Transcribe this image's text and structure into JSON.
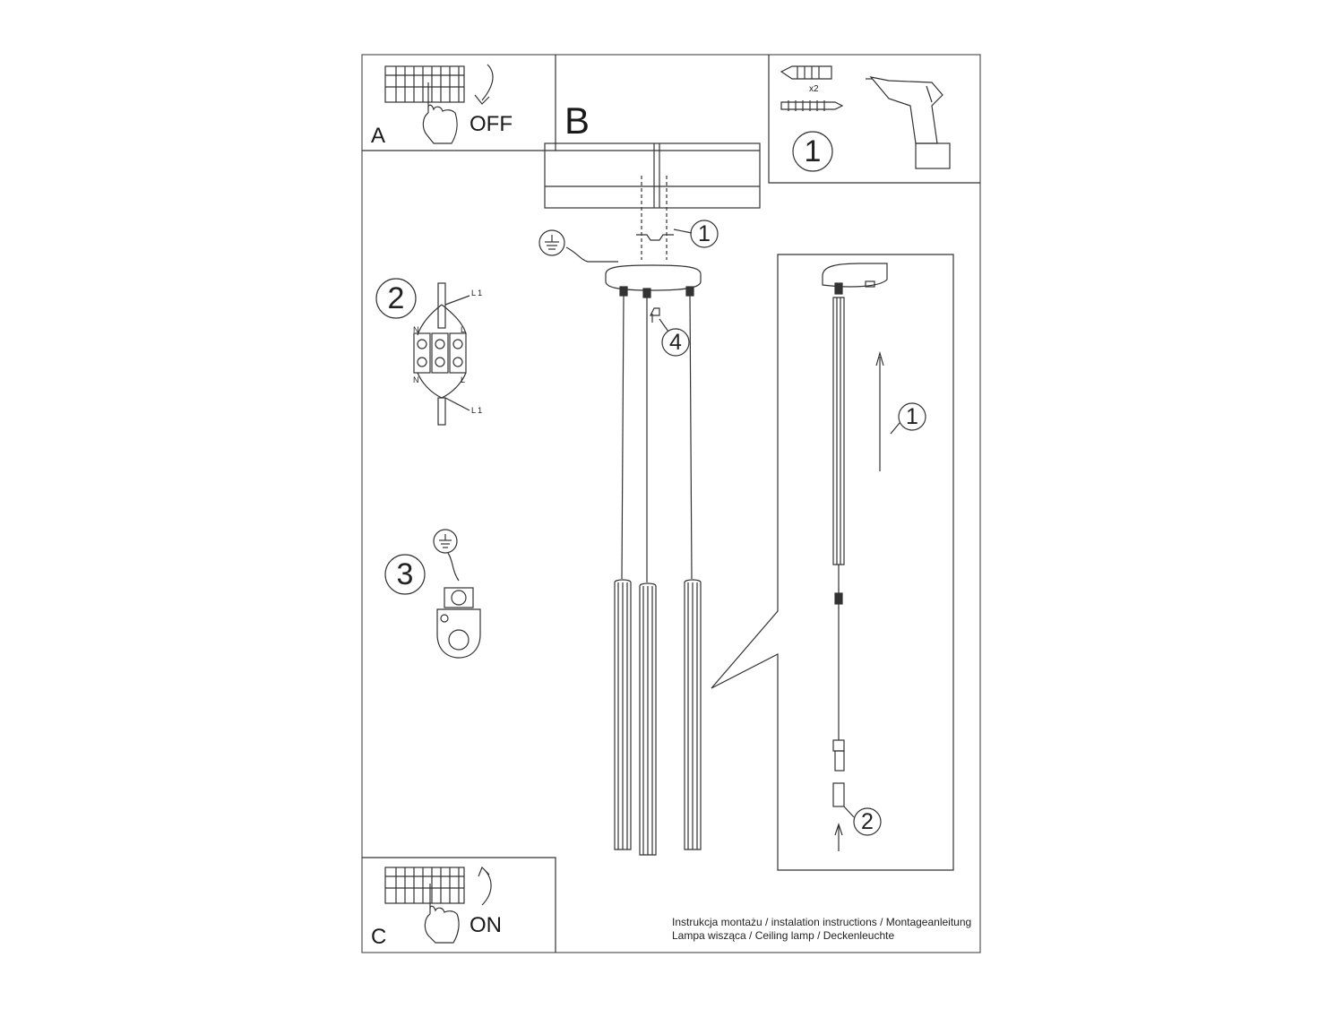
{
  "panels": {
    "a": {
      "letter": "A",
      "action": "OFF"
    },
    "b": {
      "letter": "B"
    },
    "c": {
      "letter": "C",
      "action": "ON"
    }
  },
  "tools": {
    "quantity": "x2",
    "step": "1"
  },
  "mounting": {
    "bracket_step": "1",
    "cap_step": "4"
  },
  "wiring": {
    "step": "2",
    "top_left": "N",
    "top_right": "L",
    "top_line": "L 1",
    "bottom_left": "N",
    "bottom_right": "L",
    "bottom_line": "L 1"
  },
  "grounding": {
    "step": "3"
  },
  "detail": {
    "raise_step": "1",
    "connect_step": "2"
  },
  "footer": {
    "line1": "Instrukcja montażu / instalation instructions / Montageanleitung",
    "line2": "Lampa wisząca / Ceiling lamp / Deckenleuchte"
  },
  "colors": {
    "line": "#333333",
    "frame": "#555555",
    "background": "#ffffff"
  }
}
